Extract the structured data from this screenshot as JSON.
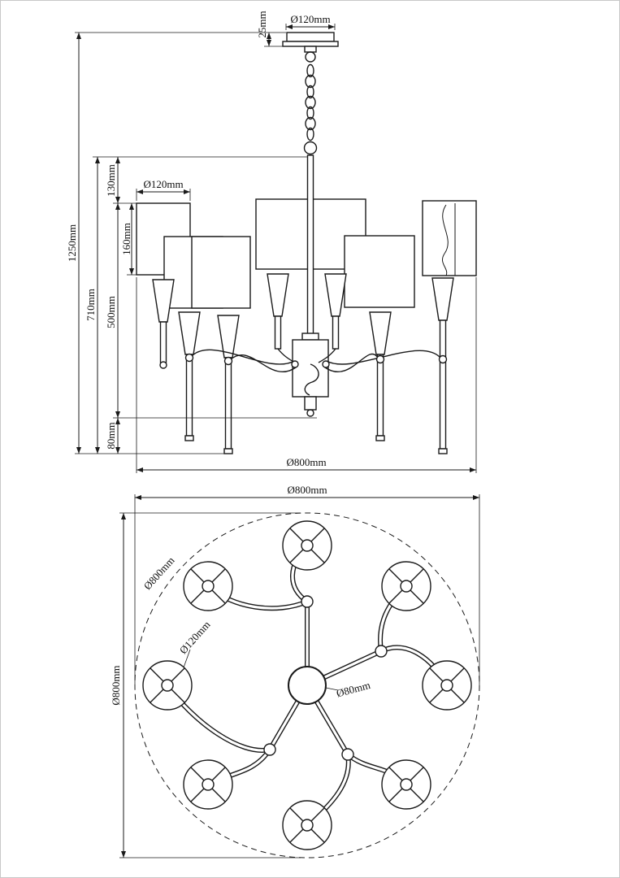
{
  "drawing": {
    "colors": {
      "line": "#1a1a1a",
      "background": "#ffffff"
    },
    "elevation": {
      "canopy_height": "25mm",
      "canopy_diameter": "Ø120mm",
      "total_height": "1250mm",
      "fixture_height": "710mm",
      "top_offset": "130mm",
      "shade_diameter": "Ø120mm",
      "shade_height": "160mm",
      "body_drop": "500mm",
      "bottom_stem": "80mm",
      "overall_width": "Ø800mm"
    },
    "plan": {
      "overall_width": "Ø800mm",
      "outline_diameter": "Ø800mm",
      "overall_height": "Ø800mm",
      "shade_diameter": "Ø120mm",
      "hub_diameter": "Ø80mm"
    }
  }
}
